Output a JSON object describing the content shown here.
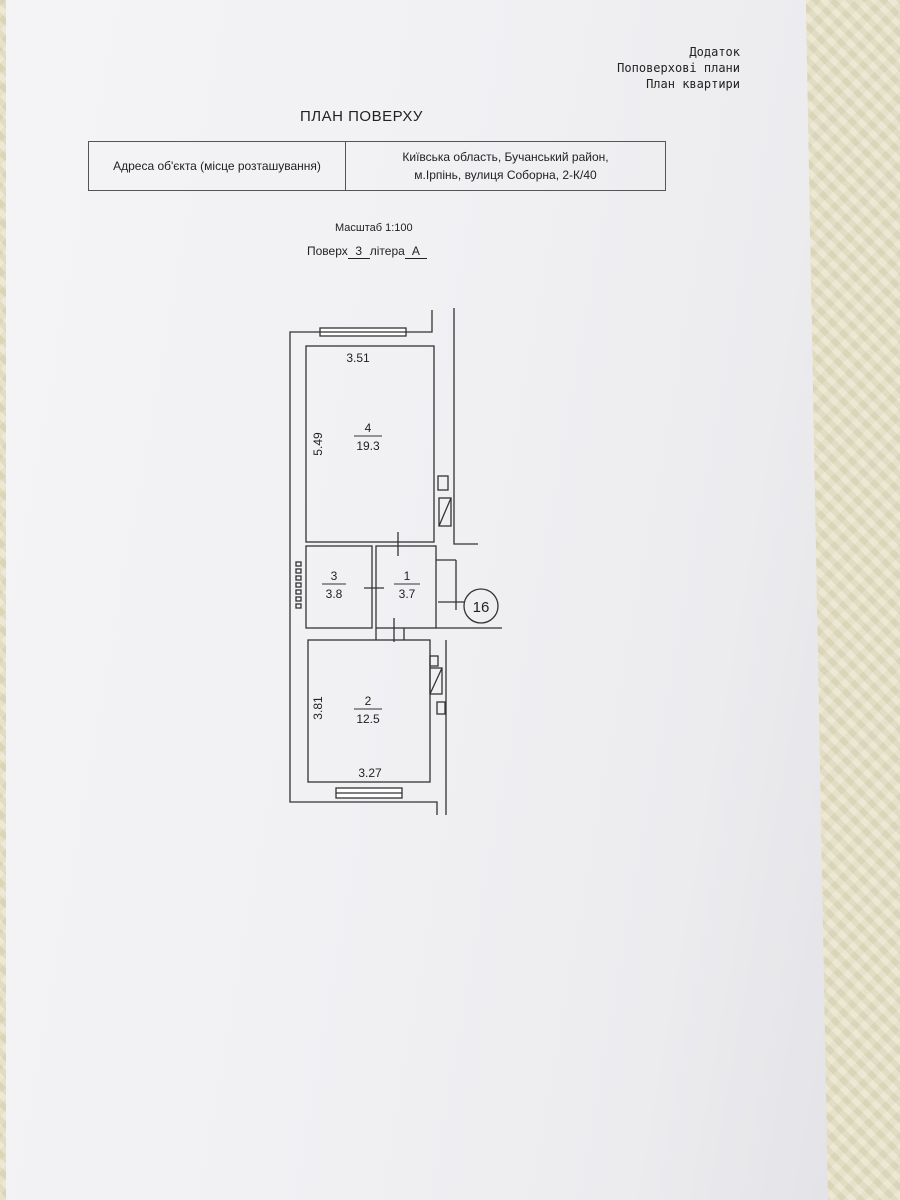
{
  "header": {
    "appendix_lines": [
      "Додаток",
      "Поповерхові плани",
      "План квартири"
    ]
  },
  "title": "ПЛАН ПОВЕРХУ",
  "address": {
    "label": "Адреса об'єкта (місце розташування)",
    "line1": "Київська область, Бучанський район,",
    "line2": "м.Ірпінь, вулиця Соборна, 2-К/40"
  },
  "scale": "Масштаб 1:100",
  "floor": {
    "prefix": "Поверх",
    "number": "3",
    "letter_prefix": "літера",
    "letter": "А"
  },
  "rooms": [
    {
      "number": "4",
      "area": "19.3"
    },
    {
      "number": "3",
      "area": "3.8"
    },
    {
      "number": "1",
      "area": "3.7"
    },
    {
      "number": "2",
      "area": "12.5"
    }
  ],
  "dimensions": {
    "room4_width": "3.51",
    "room4_length": "5.49",
    "room2_length": "3.81",
    "room2_width": "3.27"
  },
  "stair_marker": "16"
}
